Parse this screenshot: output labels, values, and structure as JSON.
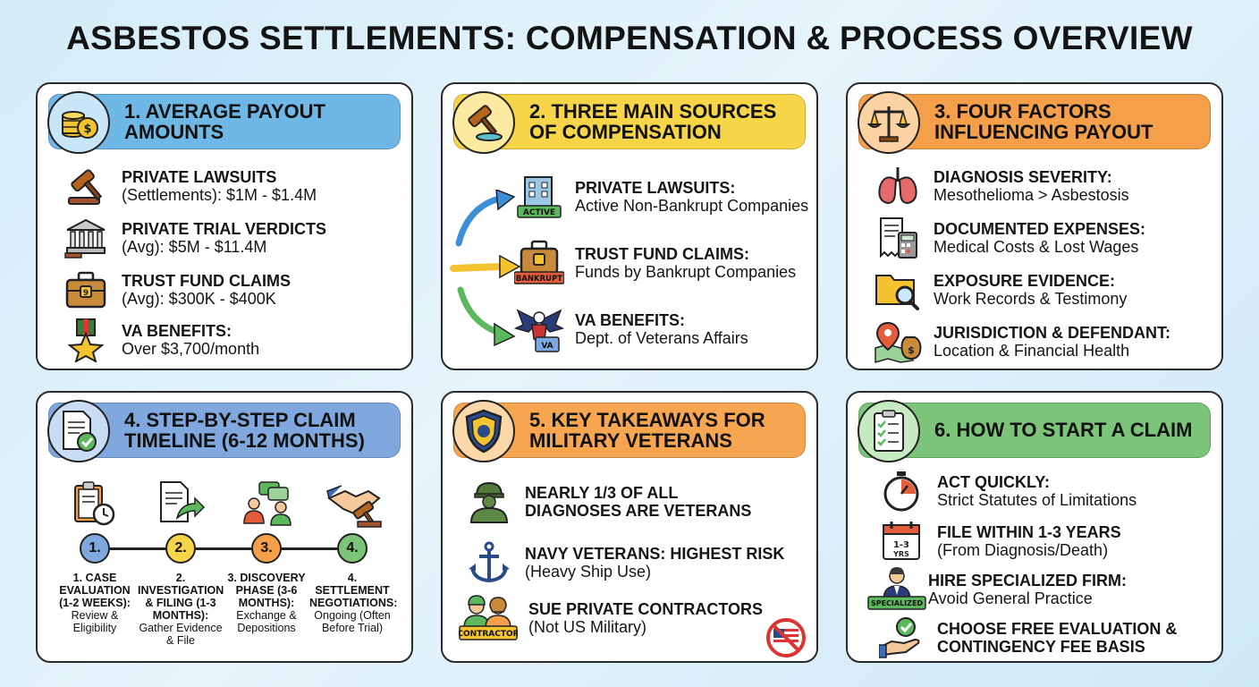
{
  "title": "ASBESTOS SETTLEMENTS: COMPENSATION & PROCESS OVERVIEW",
  "colors": {
    "blue": "#6fb8e6",
    "yellow": "#f6d548",
    "orange": "#f4a04a",
    "periwinkle": "#80a8de",
    "green": "#7cc479",
    "border": "#2a2a2a"
  },
  "card1": {
    "header": "1. AVERAGE PAYOUT AMOUNTS",
    "header_icon": "coin-stack-icon",
    "items": [
      {
        "icon": "gavel-icon",
        "title": "PRIVATE LAWSUITS",
        "detail": "(Settlements): $1M - $1.4M"
      },
      {
        "icon": "courthouse-icon",
        "title": "PRIVATE TRIAL VERDICTS",
        "detail": "(Avg): $5M - $11.4M"
      },
      {
        "icon": "briefcase-icon",
        "title": "TRUST FUND CLAIMS",
        "detail": "(Avg): $300K - $400K"
      },
      {
        "icon": "medal-icon",
        "title": "VA BENEFITS:",
        "detail": "Over $3,700/month"
      }
    ]
  },
  "card2": {
    "header": "2. THREE MAIN SOURCES OF COMPENSATION",
    "header_icon": "gavel-icon",
    "items": [
      {
        "icon": "building-icon",
        "badge": "ACTIVE",
        "title": "PRIVATE LAWSUITS:",
        "detail": "Active Non-Bankrupt Companies"
      },
      {
        "icon": "briefcase-icon",
        "badge": "BANKRUPT",
        "title": "TRUST FUND CLAIMS:",
        "detail": "Funds by Bankrupt Companies"
      },
      {
        "icon": "eagle-icon",
        "badge": "VA",
        "title": "VA BENEFITS:",
        "detail": "Dept. of Veterans Affairs"
      }
    ]
  },
  "card3": {
    "header": "3. FOUR FACTORS INFLUENCING PAYOUT",
    "header_icon": "scales-icon",
    "items": [
      {
        "icon": "lungs-icon",
        "title": "DIAGNOSIS SEVERITY:",
        "detail": "Mesothelioma > Asbestosis"
      },
      {
        "icon": "receipt-calculator-icon",
        "title": "DOCUMENTED EXPENSES:",
        "detail": "Medical Costs & Lost Wages"
      },
      {
        "icon": "folder-magnifier-icon",
        "title": "EXPOSURE EVIDENCE:",
        "detail": "Work Records & Testimony"
      },
      {
        "icon": "map-pin-money-icon",
        "title": "JURISDICTION & DEFENDANT:",
        "detail": "Location & Financial Health"
      }
    ]
  },
  "card4": {
    "header": "4. STEP-BY-STEP CLAIM TIMELINE (6-12 MONTHS)",
    "header_icon": "document-check-icon",
    "steps": [
      {
        "num": "1.",
        "icon": "clipboard-clock-icon",
        "title": "1. CASE EVALUATION (1-2 WEEKS):",
        "detail": "Review & Eligibility",
        "color": "#80a8de"
      },
      {
        "num": "2.",
        "icon": "document-arrow-icon",
        "title": "2. INVESTIGATION & FILING (1-3 MONTHS):",
        "detail": "Gather Evidence & File",
        "color": "#f6d548"
      },
      {
        "num": "3.",
        "icon": "people-chat-icon",
        "title": "3. DISCOVERY PHASE (3-6 MONTHS):",
        "detail": "Exchange & Depositions",
        "color": "#f4a04a"
      },
      {
        "num": "4.",
        "icon": "handshake-gavel-icon",
        "title": "4. SETTLEMENT NEGOTIATIONS:",
        "detail": "Ongoing (Often Before Trial)",
        "color": "#7cc479"
      }
    ]
  },
  "card5": {
    "header": "5. KEY TAKEAWAYS FOR MILITARY VETERANS",
    "header_icon": "shield-icon",
    "items": [
      {
        "icon": "soldier-icon",
        "title": "NEARLY 1/3 OF ALL DIAGNOSES ARE VETERANS",
        "detail": ""
      },
      {
        "icon": "anchor-icon",
        "title": "NAVY VETERANS: HIGHEST RISK",
        "detail": "(Heavy Ship Use)"
      },
      {
        "icon": "contractors-icon",
        "badge": "CONTRACTOR",
        "title": "SUE PRIVATE CONTRACTORS",
        "detail": "(Not US Military)"
      }
    ],
    "corner_icon": "no-us-flag-icon"
  },
  "card6": {
    "header": "6. HOW TO START A CLAIM",
    "header_icon": "checklist-icon",
    "items": [
      {
        "icon": "stopwatch-icon",
        "title": "ACT QUICKLY:",
        "detail": "Strict Statutes of Limitations"
      },
      {
        "icon": "calendar-icon",
        "badge": "1-3 YRS",
        "title": "FILE WITHIN 1-3 YEARS",
        "detail": "(From Diagnosis/Death)"
      },
      {
        "icon": "lawyer-icon",
        "badge": "SPECIALIZED",
        "title": "HIRE SPECIALIZED FIRM:",
        "detail": "Avoid General Practice"
      },
      {
        "icon": "hand-check-icon",
        "title": "CHOOSE FREE EVALUATION & CONTINGENCY FEE BASIS",
        "detail": ""
      }
    ]
  }
}
